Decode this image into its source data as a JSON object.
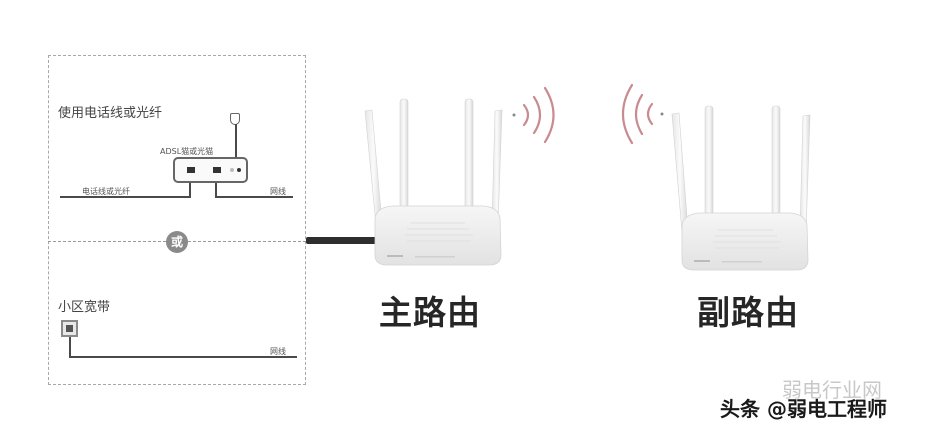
{
  "left_panel": {
    "option1": {
      "title": "使用电话线或光纤",
      "modem_label": "ADSL猫或光猫",
      "line_in_label": "电话线或光纤",
      "line_out_label": "网线"
    },
    "separator_label": "或",
    "option2": {
      "title": "小区宽带",
      "line_out_label": "网线"
    }
  },
  "routers": {
    "main": {
      "label": "主路由",
      "icon": "router-icon",
      "signal_icon": "wifi-signal-icon"
    },
    "secondary": {
      "label": "副路由",
      "icon": "router-icon",
      "signal_icon": "wifi-signal-icon"
    }
  },
  "colors": {
    "signal": "#c98a90",
    "label_text": "#262626",
    "cable": "#2e2e2e",
    "dashed_border": "#a8a8a8"
  },
  "watermark": {
    "faded_text": "弱电行业网",
    "text": "头条 @弱电工程师"
  }
}
